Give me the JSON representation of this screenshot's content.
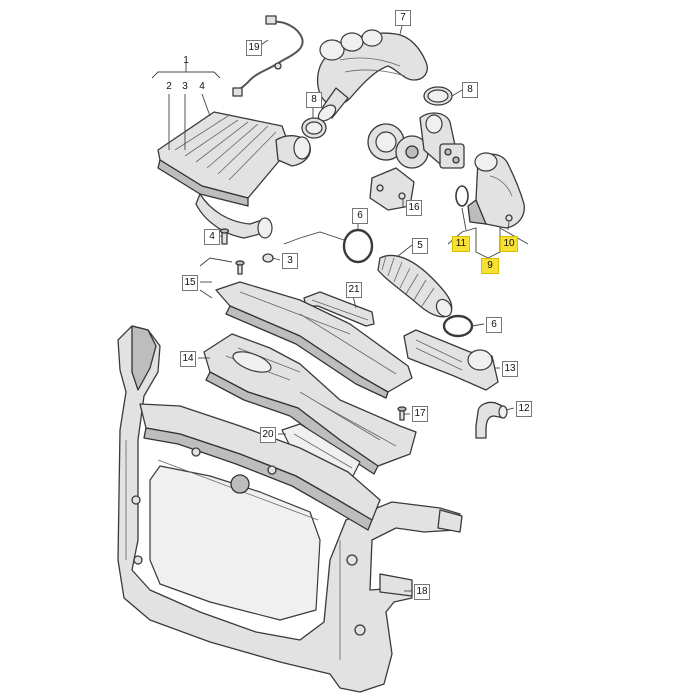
{
  "diagram": {
    "colors": {
      "highlight": "#f7e233",
      "part_fill": "#e2e2e2",
      "outline": "#3a3a3a"
    },
    "references": {
      "r1": "1",
      "r2": "2",
      "r3": "3",
      "r3b": "3",
      "r4": "4",
      "r4b": "4",
      "r5": "5",
      "r6": "6",
      "r6b": "6",
      "r7": "7",
      "r8": "8",
      "r8b": "8",
      "r9": "9",
      "r10": "10",
      "r11": "11",
      "r12": "12",
      "r13": "13",
      "r14": "14",
      "r15": "15",
      "r16": "16",
      "r17": "17",
      "r18": "18",
      "r19": "19",
      "r20": "20",
      "r21": "21"
    }
  }
}
